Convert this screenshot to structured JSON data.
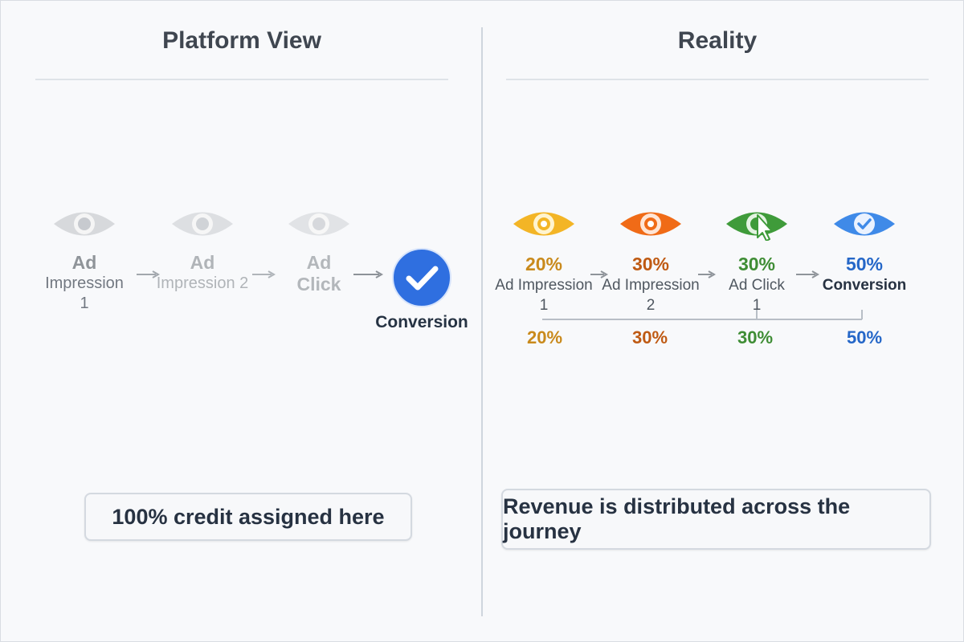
{
  "left_panel": {
    "title": "Platform View",
    "steps": [
      {
        "line1": "Ad",
        "line2": "Impression 1",
        "color": "#8f9499"
      },
      {
        "line1": "Ad",
        "line2": "Impression 2",
        "color": "#b0b4b8"
      },
      {
        "line1": "Ad",
        "line2": "Click",
        "color": "#b3b7bb"
      }
    ],
    "conversion": {
      "label": "Conversion",
      "color": "#2f6fe0"
    },
    "note": "100% credit assigned here"
  },
  "right_panel": {
    "title": "Reality",
    "steps": [
      {
        "pct": "20%",
        "line1": "Ad Impression",
        "line2": "1",
        "bottom_pct": "20%",
        "color": "#c98a1c",
        "icon_color": "#f3b526"
      },
      {
        "pct": "30%",
        "line1": "Ad Impression",
        "line2": "2",
        "bottom_pct": "30%",
        "color": "#bf5a13",
        "icon_color": "#f06b17"
      },
      {
        "pct": "30%",
        "line1": "Ad Click",
        "line2": "1",
        "bottom_pct": "30%",
        "color": "#3f8d35",
        "icon_color": "#3f9b3a"
      },
      {
        "pct": "50%",
        "line1": "Conversion",
        "line2": "",
        "bottom_pct": "50%",
        "color": "#2567c8",
        "icon_color": "#3f8ae8"
      }
    ],
    "note": "Revenue is distributed across the journey"
  },
  "icons": {
    "impression": "eye-icon",
    "click": "cursor-eye-icon",
    "conversion": "checkmark-icon"
  }
}
